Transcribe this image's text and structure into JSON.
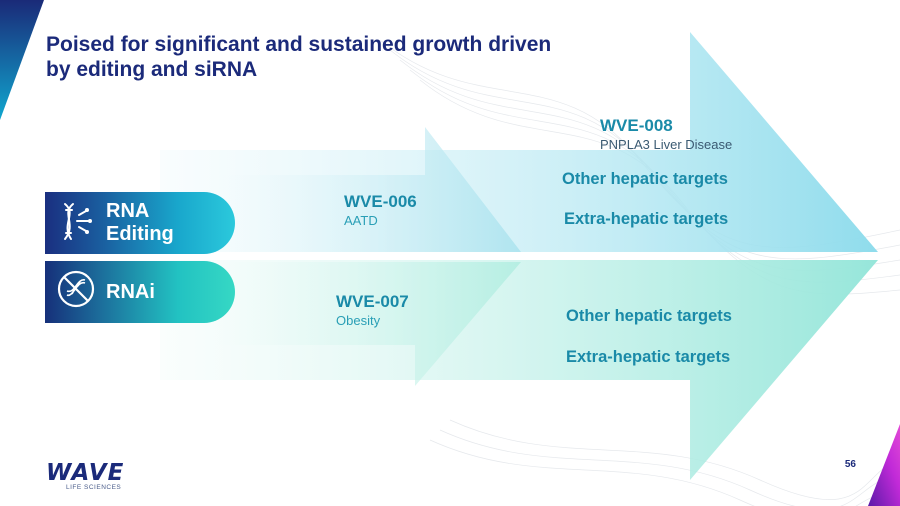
{
  "title": "Poised for significant and sustained growth driven by editing and siRNA",
  "modalities": [
    {
      "label_line1": "RNA",
      "label_line2": "Editing",
      "icon": "dna-edit-icon"
    },
    {
      "label": "RNAi",
      "icon": "dna-blocked-icon"
    }
  ],
  "programs": {
    "wve008": {
      "name": "WVE-008",
      "indication": "PNPLA3 Liver Disease"
    },
    "wve006": {
      "name": "WVE-006",
      "indication": "AATD"
    },
    "wve007": {
      "name": "WVE-007",
      "indication": "Obesity"
    }
  },
  "editing_targets": [
    "Other hepatic targets",
    "Extra-hepatic targets"
  ],
  "rnai_targets": [
    "Other hepatic targets",
    "Extra-hepatic targets"
  ],
  "page_number": "56",
  "logo": {
    "name": "WAVE",
    "sub": "LIFE SCIENCES"
  },
  "colors": {
    "navy": "#1b2a7a",
    "teal": "#1a8aa8",
    "cyan_arrow": "#9fe0ec",
    "mint_arrow": "#a8ece2"
  }
}
